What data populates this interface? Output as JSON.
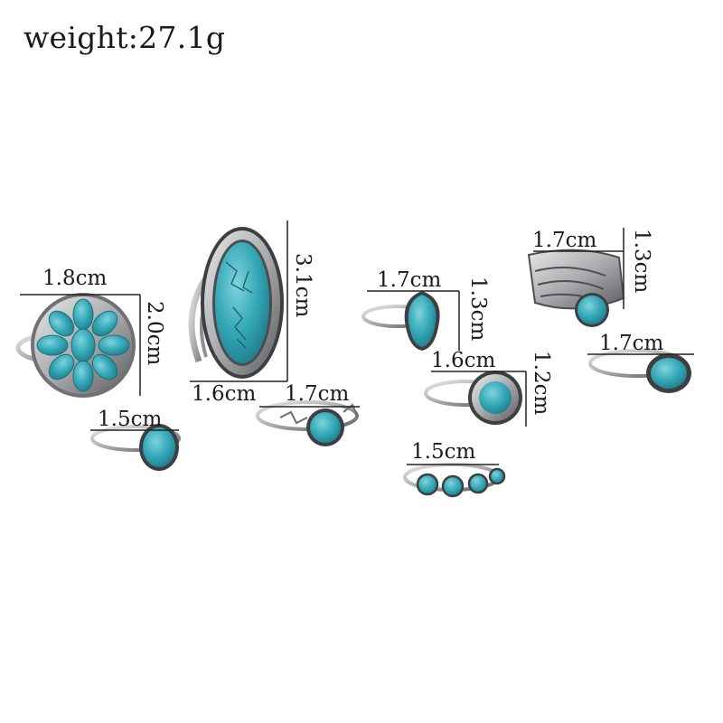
{
  "weight_label": "weight:27.1g",
  "colors": {
    "turquoise": "#35a9b8",
    "turquoise_dark": "#1f7d8c",
    "silver": "#b9babc",
    "silver_dark": "#5b5d60",
    "dim_line": "#222222"
  },
  "rings": [
    {
      "id": "flower-ring",
      "width_label": "1.8cm",
      "height_label": "2.0cm"
    },
    {
      "id": "oval-ring",
      "width_label": "1.6cm",
      "height_label": "3.1cm"
    },
    {
      "id": "teardrop-ring",
      "width_label": "1.7cm",
      "height_label": "1.3cm"
    },
    {
      "id": "feather-wrap-ring",
      "width_label": "1.7cm",
      "height_label": "1.3cm"
    },
    {
      "id": "small-round-ring",
      "width_label": "1.5cm"
    },
    {
      "id": "leaf-side-ring",
      "width_label": "1.7cm"
    },
    {
      "id": "round-framed-ring",
      "width_label": "1.6cm",
      "height_label": "1.2cm"
    },
    {
      "id": "oval-side-ring",
      "width_label": "1.7cm"
    },
    {
      "id": "four-stone-ring",
      "width_label": "1.5cm"
    }
  ]
}
